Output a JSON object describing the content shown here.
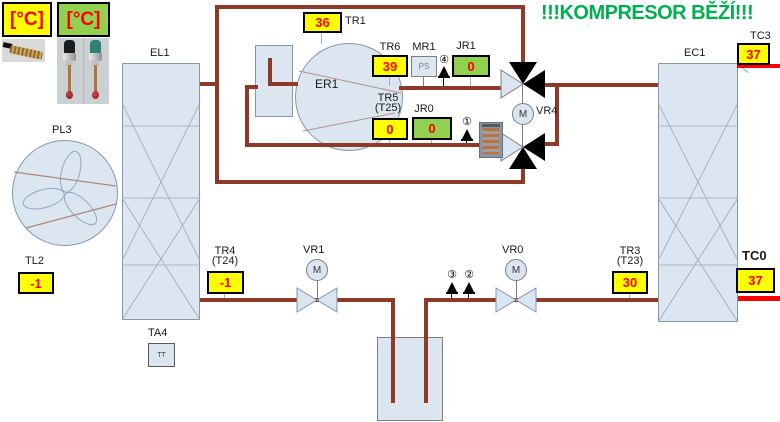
{
  "status": {
    "text": "!!!KOMPRESOR BĚŽÍ!!!"
  },
  "legend": {
    "yellow_unit": "[°C]",
    "green_unit": "[°C]"
  },
  "equipment": {
    "el1": "EL1",
    "pl3": "PL3",
    "ta4": "TA4",
    "ta4_tag": "TT",
    "er1": "ER1",
    "ec1": "EC1",
    "mr1": "MR1",
    "mr1_tag": "PS",
    "vr1": "VR1",
    "vr0": "VR0",
    "vr4": "VR4",
    "motor": "M"
  },
  "sensors": {
    "tr1": {
      "label": "TR1",
      "value": "36"
    },
    "tr6": {
      "label": "TR6",
      "value": "39"
    },
    "jr1": {
      "label": "JR1",
      "value": "0"
    },
    "tr5": {
      "label": "TR5",
      "sub": "(T25)",
      "value": "0"
    },
    "jr0": {
      "label": "JR0",
      "value": "0"
    },
    "tl2": {
      "label": "TL2",
      "value": "-1"
    },
    "tr4": {
      "label": "TR4",
      "sub": "(T24)",
      "value": "-1"
    },
    "tr3": {
      "label": "TR3",
      "sub": "(T23)",
      "value": "30"
    },
    "tc3": {
      "label": "TC3",
      "value": "37"
    },
    "tc0": {
      "label": "TC0",
      "value": "37"
    }
  },
  "check_valves": {
    "cv1": "①",
    "cv2": "②",
    "cv3": "③",
    "cv4": "④"
  },
  "colors": {
    "pipe": "#8F3A28",
    "hot_line": "#FF0000",
    "display_yellow": "#FFFF00",
    "display_green": "#92D050",
    "value_text": "#FF0000",
    "equipment_fill": "#DCE6F1",
    "status_text": "#00B050"
  }
}
